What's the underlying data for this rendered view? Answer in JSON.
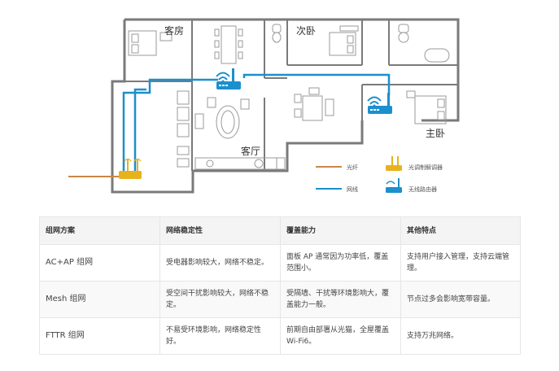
{
  "plan": {
    "rooms": {
      "guest_room": "客房",
      "second_bedroom": "次卧",
      "master_bedroom": "主卧",
      "living_room": "客厅"
    },
    "legend": {
      "fiber": "光纤",
      "cable": "网线",
      "modem": "光调制解调器",
      "router": "无线路由器"
    },
    "colors": {
      "fiber": "#c9874a",
      "cable": "#1c8fce",
      "wall": "#777777",
      "modem": "#e8b21f",
      "router_body": "#1c8fce"
    }
  },
  "table": {
    "headers": [
      "组网方案",
      "网络稳定性",
      "覆盖能力",
      "其他特点"
    ],
    "rows": [
      [
        "AC+AP 组网",
        "受电器影响较大，网络不稳定。",
        "面板 AP 通常因为功率低，覆盖范围小。",
        "支持用户接入管理，支持云端管理。"
      ],
      [
        "Mesh 组网",
        "受空间干扰影响较大，网络不稳定。",
        "受隔墙、干扰等环境影响大，覆盖能力一般。",
        "节点过多会影响宽带容量。"
      ],
      [
        "FTTR 组网",
        "不易受环境影响，网络稳定性好。",
        "前期自由部署从光猫，全屋覆盖 Wi-Fi6。",
        "支持万兆网络。"
      ]
    ]
  }
}
